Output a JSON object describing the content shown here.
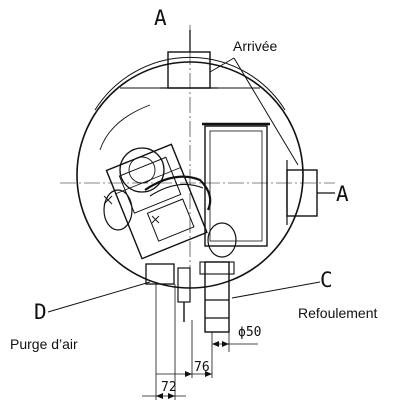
{
  "labels": {
    "arrivee": "Arrivée",
    "refoulement": "Refoulement",
    "purge": "Purge d’air"
  },
  "letters": {
    "a_top": "A",
    "a_right": "A",
    "c": "C",
    "d": "D"
  },
  "dimensions": {
    "phi50": "ϕ50",
    "d76": "76",
    "d72": "72"
  }
}
